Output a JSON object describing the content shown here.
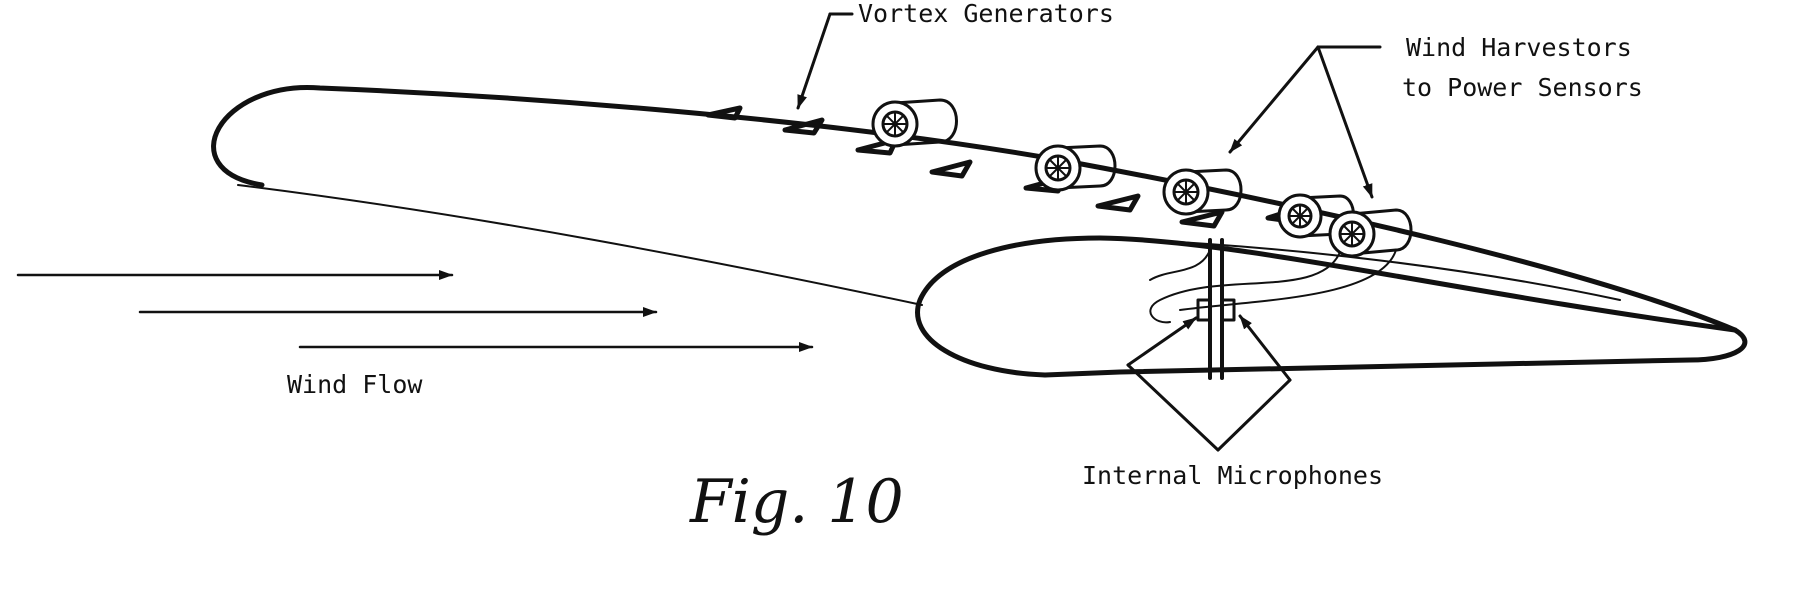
{
  "labels": {
    "vortex_generators": "Vortex Generators",
    "wind_harvestors_line1": "Wind Harvestors",
    "wind_harvestors_line2": "to Power Sensors",
    "wind_flow": "Wind Flow",
    "internal_microphones": "Internal Microphones"
  },
  "caption": "Fig. 10",
  "colors": {
    "ink": "#111111",
    "background": "#ffffff"
  }
}
